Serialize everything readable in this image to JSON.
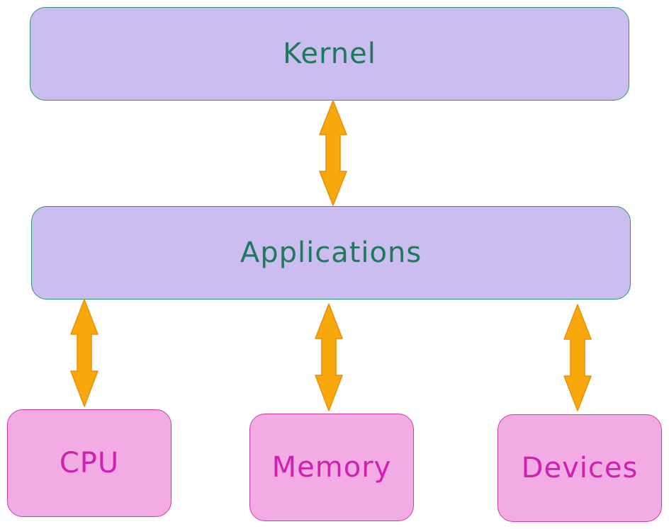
{
  "nodes": {
    "kernel": "Kernel",
    "applications": "Applications",
    "cpu": "CPU",
    "memory": "Memory",
    "devices": "Devices"
  },
  "colors": {
    "layer_fill": "#cbbdf0",
    "layer_stroke": "#2a9a72",
    "layer_text": "#1f7a5c",
    "resource_fill": "#f2abe3",
    "resource_stroke": "#d23aa7",
    "resource_text": "#d11fb0",
    "arrow_fill": "#f9a80c",
    "arrow_stroke": "#e8900a"
  },
  "edges": [
    {
      "from": "kernel",
      "to": "applications",
      "direction": "both"
    },
    {
      "from": "applications",
      "to": "cpu",
      "direction": "both"
    },
    {
      "from": "applications",
      "to": "memory",
      "direction": "both"
    },
    {
      "from": "applications",
      "to": "devices",
      "direction": "both"
    }
  ]
}
